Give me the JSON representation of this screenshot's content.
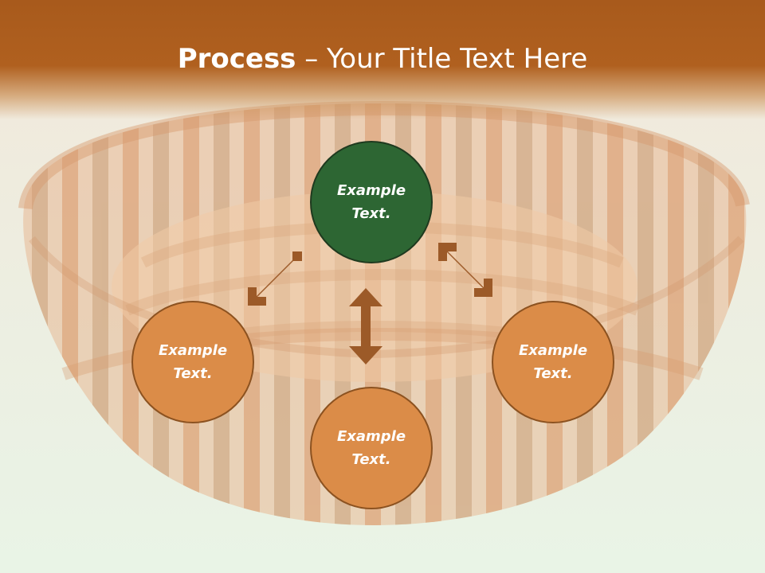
{
  "slide": {
    "title_bold": "Process",
    "title_rest": " – Your Title Text Here"
  },
  "nodes": [
    {
      "id": "top",
      "line1": "Example",
      "line2": "Text.",
      "color": "#2d6633"
    },
    {
      "id": "left",
      "line1": "Example",
      "line2": "Text.",
      "color": "#db8c48"
    },
    {
      "id": "right",
      "line1": "Example",
      "line2": "Text.",
      "color": "#db8c48"
    },
    {
      "id": "bottom",
      "line1": "Example",
      "line2": "Text.",
      "color": "#db8c48"
    }
  ],
  "colors": {
    "header": "#a85a1c",
    "arrow": "#9c5a28",
    "background": "#eef5e9"
  }
}
